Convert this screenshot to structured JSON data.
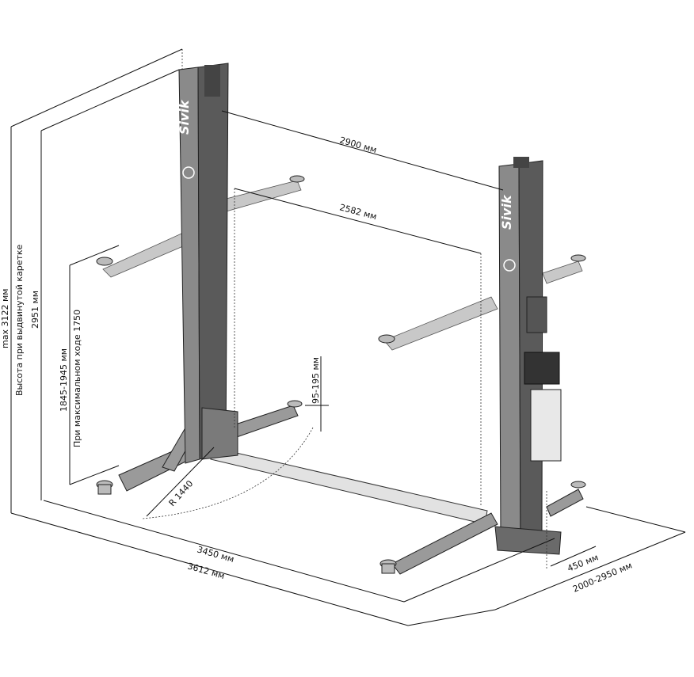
{
  "brand_logo": "Sivik",
  "dimensions": {
    "max_height": "max 3122 мм",
    "max_height_note": "Высота при выдвинутой каретке",
    "post_height": "2951 мм",
    "lift_height": "1845-1945 мм",
    "lift_height_note": "При максимальном ходе 1750",
    "pad_height": "95-195 мм",
    "outer_width": "2900 мм",
    "inner_width": "2582 мм",
    "arm_radius": "R 1440",
    "width_inner": "3450 мм",
    "width_outer": "3612 мм",
    "base_depth": "450 мм",
    "arm_depth": "2000-2950 мм"
  }
}
